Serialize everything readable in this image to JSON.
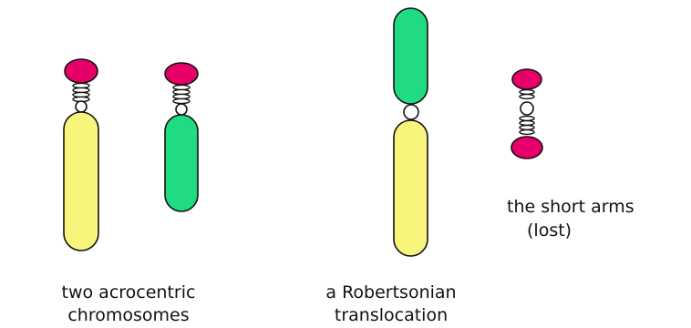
{
  "labels": {
    "acrocentric_line1": "two acrocentric",
    "acrocentric_line2": "chromosomes",
    "robertsonian_line1": "a Robertsonian",
    "robertsonian_line2": "translocation",
    "short_arms_line1": "the short arms",
    "short_arms_line2": "(lost)"
  },
  "colors": {
    "satellite": "#E8006A",
    "long_arm_yellow": "#F7F57C",
    "long_arm_green": "#21DB83",
    "centromere": "#FFFFFF",
    "outline": "#111111"
  }
}
